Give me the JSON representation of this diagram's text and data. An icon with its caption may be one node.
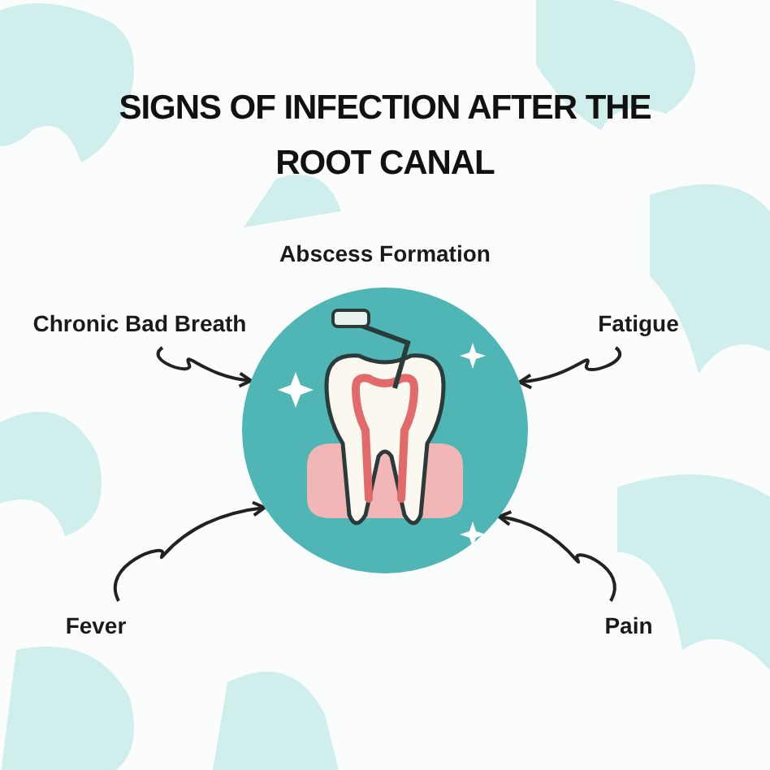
{
  "diagram": {
    "title": "SIGNS OF INFECTION AFTER THE ROOT CANAL",
    "nodes": [
      {
        "text": [],
        "shape": "picture"
      },
      {
        "text": [
          "Chronic Bad Breath"
        ]
      },
      {
        "text": [
          "Fatigue"
        ]
      },
      {
        "text": [
          "Fever"
        ]
      },
      {
        "text": [
          "Pain"
        ]
      }
    ],
    "edges": [
      {
        "from": 1,
        "to": 0,
        "arrow": "to"
      },
      {
        "from": 2,
        "to": 0,
        "arrow": "to"
      },
      {
        "from": 3,
        "to": 0,
        "arrow": "to"
      },
      {
        "from": 4,
        "to": 0,
        "arrow": "to"
      }
    ],
    "labels": [
      "Abscess Formation"
    ]
  }
}
